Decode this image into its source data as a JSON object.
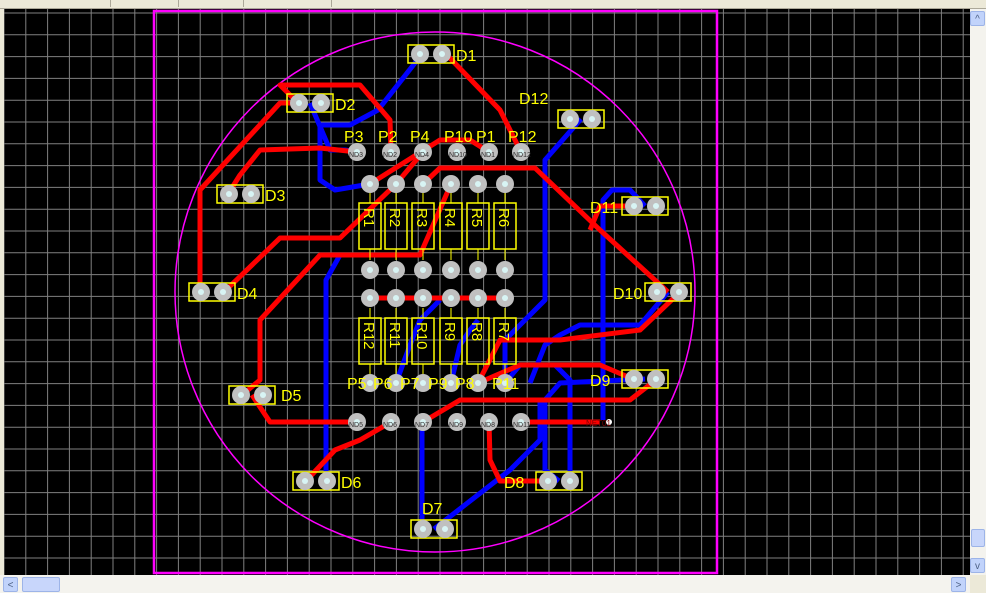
{
  "colors": {
    "background": "#000000",
    "grid": "#808080",
    "board_outline": "#ff00ff",
    "top_copper": "#ff0000",
    "bottom_copper": "#0000ff",
    "silkscreen": "#ffff00",
    "pad": "#c0c0c0"
  },
  "leds": [
    "D1",
    "D2",
    "D3",
    "D4",
    "D5",
    "D6",
    "D7",
    "D8",
    "D9",
    "D10",
    "D11",
    "D12"
  ],
  "resistors_top": [
    "R1",
    "R2",
    "R3",
    "R4",
    "R5",
    "R6"
  ],
  "resistors_bottom": [
    "R12",
    "R11",
    "R10",
    "R9",
    "R8",
    "R7"
  ],
  "header_top": [
    "P3",
    "P2",
    "P4",
    "P10",
    "P1",
    "P12"
  ],
  "header_bottom": [
    "P5",
    "P6",
    "P7",
    "P9",
    "P8",
    "P11"
  ],
  "net_labels_top": [
    "ND3",
    "ND2",
    "ND4",
    "ND10",
    "ND1",
    "ND12"
  ],
  "net_labels_bottom": [
    "ND5",
    "ND6",
    "ND7",
    "ND9",
    "ND8",
    "ND11"
  ],
  "net_label_extra": "NET01",
  "scroll": {
    "up": "^",
    "down": "v",
    "left": "<",
    "right": ">"
  }
}
